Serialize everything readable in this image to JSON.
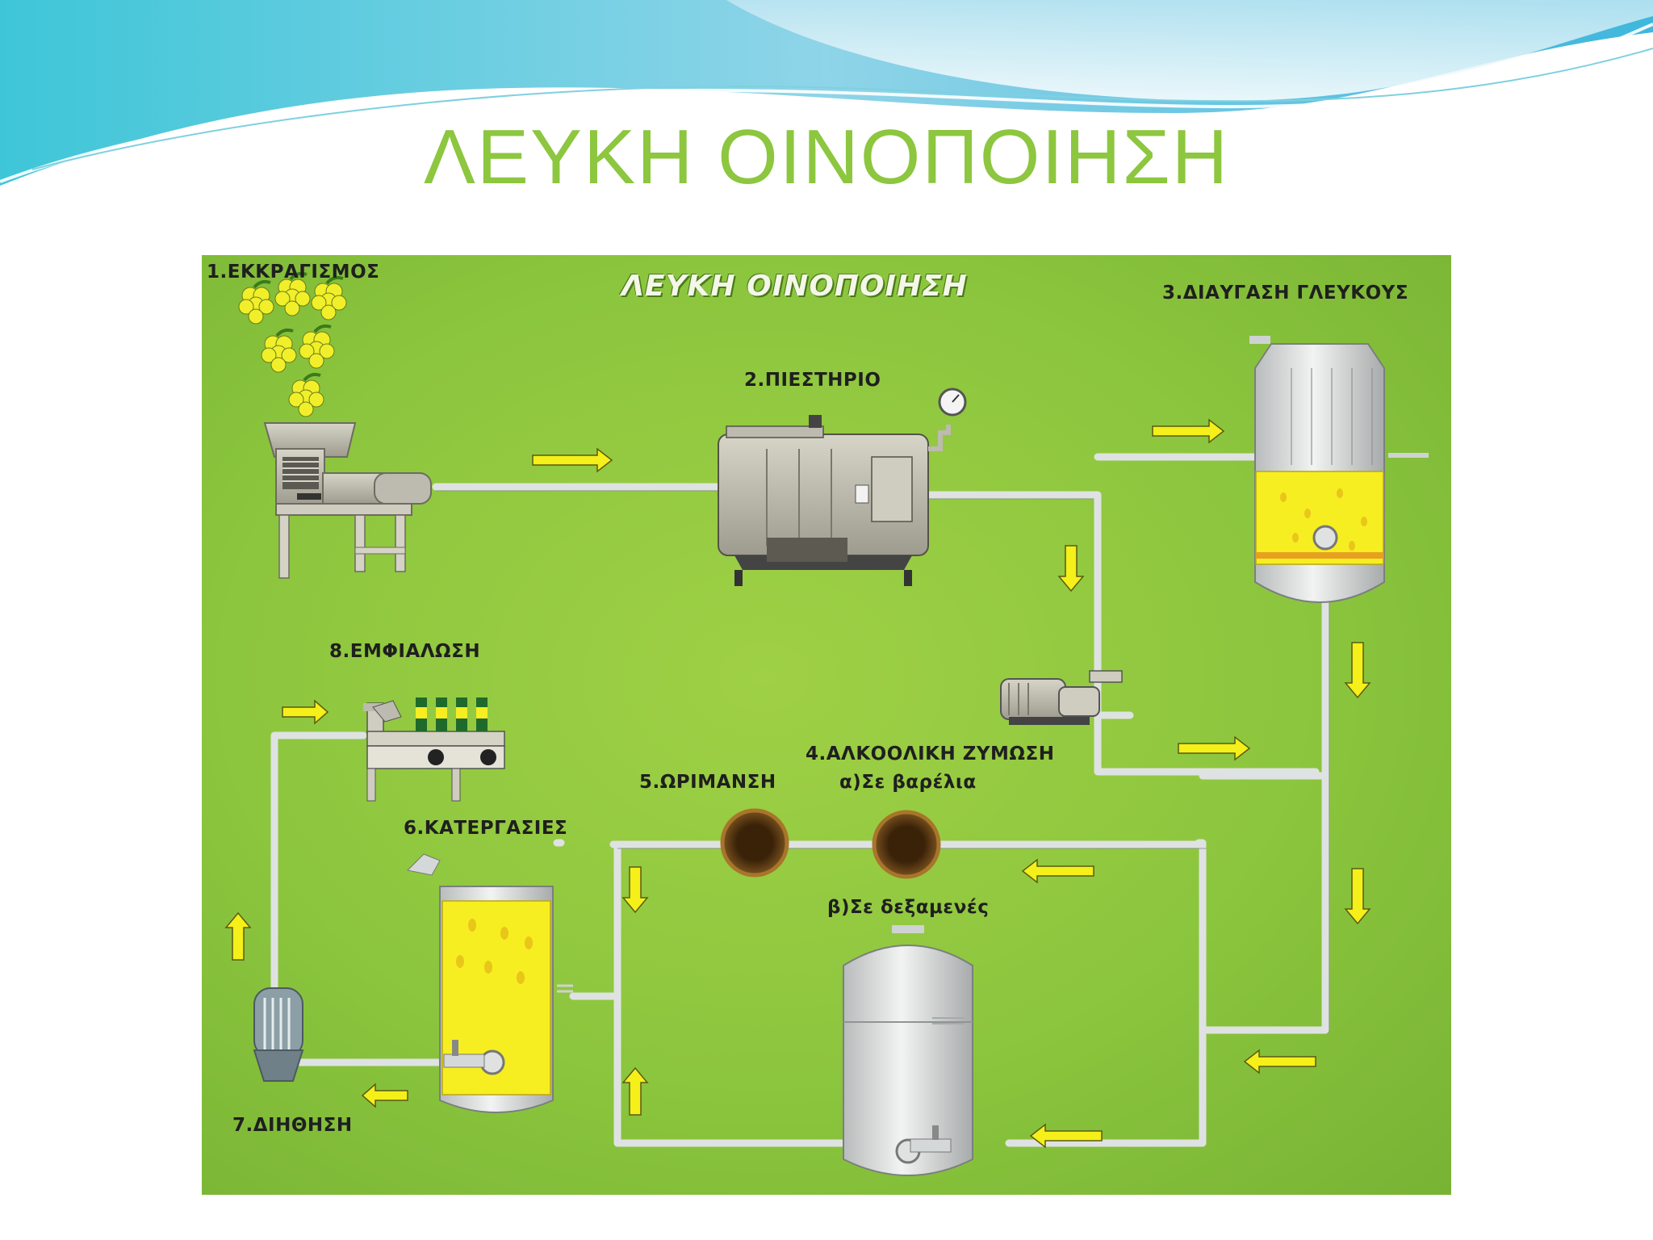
{
  "slide": {
    "title": "ΛΕΥΚΗ ΟΙΝΟΠΟΙΗΣΗ"
  },
  "diagram": {
    "inner_title": "ΛΕΥΚΗ ΟΙΝΟΠΟΙΗΣΗ",
    "steps": {
      "crushing": "1.ΕΚΚΡΑΓΙΣΜΟΣ",
      "press": "2.ΠΙΕΣΤΗΡΙΟ",
      "clarification": "3.ΔΙΑΥΓΑΣΗ ΓΛΕΥΚΟΥΣ",
      "fermentation": "4.ΑΛΚΟΟΛΙΚΗ ΖΥΜΩΣΗ",
      "fermentation_barrels": "α)Σε βαρέλια",
      "fermentation_tanks": "β)Σε δεξαμενές",
      "maturation": "5.ΩΡΙΜΑΝΣΗ",
      "treatments": "6.ΚΑΤΕΡΓΑΣΙΕΣ",
      "filtration": "7.ΔΙΗΘΗΣΗ",
      "bottling": "8.ΕΜΦΙΑΛΩΣΗ"
    },
    "colors": {
      "background": "#8cc63e",
      "pipe": "#d8dcdc",
      "arrow": "#f5ef1a",
      "liquid": "#f6ee21",
      "barrel": "#5a3a12",
      "title_accent": "#8dc63f"
    }
  }
}
